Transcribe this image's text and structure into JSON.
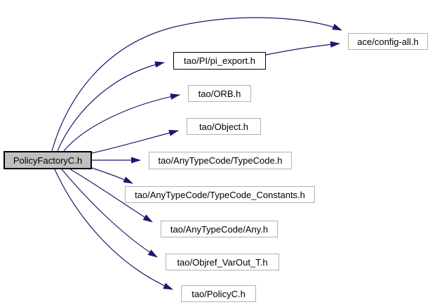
{
  "diagram": {
    "type": "include-dependency-graph",
    "background_color": "#ffffff",
    "edge_color": "#191970",
    "current_node_fill": "#c0c0c0",
    "current_node_border": "#000000",
    "plain_node_border": "#b2b2b2",
    "linked_node_border": "#000000"
  },
  "nodes": [
    {
      "id": "policyfactoryc",
      "label": "PolicyFactoryC.h",
      "role": "current"
    },
    {
      "id": "ace-config-all",
      "label": "ace/config-all.h",
      "role": "plain"
    },
    {
      "id": "tao-pi-pi-export",
      "label": "tao/PI/pi_export.h",
      "role": "linked"
    },
    {
      "id": "tao-orb",
      "label": "tao/ORB.h",
      "role": "plain"
    },
    {
      "id": "tao-object",
      "label": "tao/Object.h",
      "role": "plain"
    },
    {
      "id": "tao-typecode",
      "label": "tao/AnyTypeCode/TypeCode.h",
      "role": "plain"
    },
    {
      "id": "tao-typecode-constants",
      "label": "tao/AnyTypeCode/TypeCode_Constants.h",
      "role": "plain"
    },
    {
      "id": "tao-any",
      "label": "tao/AnyTypeCode/Any.h",
      "role": "plain"
    },
    {
      "id": "tao-objref-varout",
      "label": "tao/Objref_VarOut_T.h",
      "role": "plain"
    },
    {
      "id": "tao-policyc",
      "label": "tao/PolicyC.h",
      "role": "plain"
    }
  ],
  "edges": [
    {
      "from": "PolicyFactoryC.h",
      "to": "ace/config-all.h"
    },
    {
      "from": "PolicyFactoryC.h",
      "to": "tao/PI/pi_export.h"
    },
    {
      "from": "tao/PI/pi_export.h",
      "to": "ace/config-all.h"
    },
    {
      "from": "PolicyFactoryC.h",
      "to": "tao/ORB.h"
    },
    {
      "from": "PolicyFactoryC.h",
      "to": "tao/Object.h"
    },
    {
      "from": "PolicyFactoryC.h",
      "to": "tao/AnyTypeCode/TypeCode.h"
    },
    {
      "from": "PolicyFactoryC.h",
      "to": "tao/AnyTypeCode/TypeCode_Constants.h"
    },
    {
      "from": "PolicyFactoryC.h",
      "to": "tao/AnyTypeCode/Any.h"
    },
    {
      "from": "PolicyFactoryC.h",
      "to": "tao/Objref_VarOut_T.h"
    },
    {
      "from": "PolicyFactoryC.h",
      "to": "tao/PolicyC.h"
    }
  ]
}
